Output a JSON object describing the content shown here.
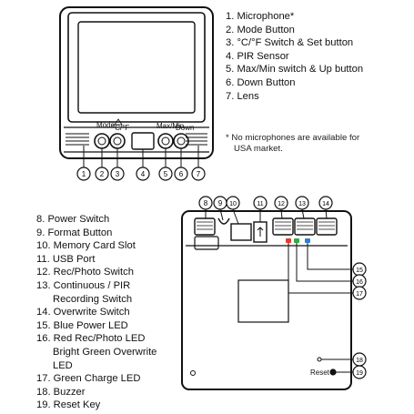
{
  "front_legend": [
    "1. Microphone*",
    "2. Mode Button",
    "3. °C/°F Switch & Set button",
    "4. PIR Sensor",
    "5. Max/Min switch & Up button",
    "6. Down Button",
    "7. Lens"
  ],
  "footnote": [
    "* No microphones are available for",
    "USA market."
  ],
  "back_legend": [
    [
      "8. Power Switch"
    ],
    [
      "9. Format Button"
    ],
    [
      "10. Memory Card Slot"
    ],
    [
      "11. USB Port"
    ],
    [
      "12. Rec/Photo Switch"
    ],
    [
      "13. Continuous / PIR",
      "Recording Switch"
    ],
    [
      "14. Overwrite Switch"
    ],
    [
      "15. Blue Power LED"
    ],
    [
      "16. Red Rec/Photo LED",
      "Bright Green Overwrite",
      "LED"
    ],
    [
      "17. Green Charge LED"
    ],
    [
      "18. Buzzer"
    ],
    [
      "19. Reset Key"
    ]
  ],
  "front_callouts": [
    "1",
    "2",
    "3",
    "4",
    "5",
    "6",
    "7"
  ],
  "top_callouts": [
    "8",
    "9",
    "10",
    "11",
    "12",
    "13",
    "14"
  ],
  "side_callouts": [
    "15",
    "16",
    "17",
    "18",
    "19"
  ],
  "device_labels": {
    "mode": "Mode",
    "set": "°C/°F",
    "maxmin": "Max/Min",
    "down": "Down",
    "reset": "Reset"
  },
  "led_colors": {
    "red": "#e23b2e",
    "green": "#35a844",
    "blue": "#2f7fd6"
  }
}
